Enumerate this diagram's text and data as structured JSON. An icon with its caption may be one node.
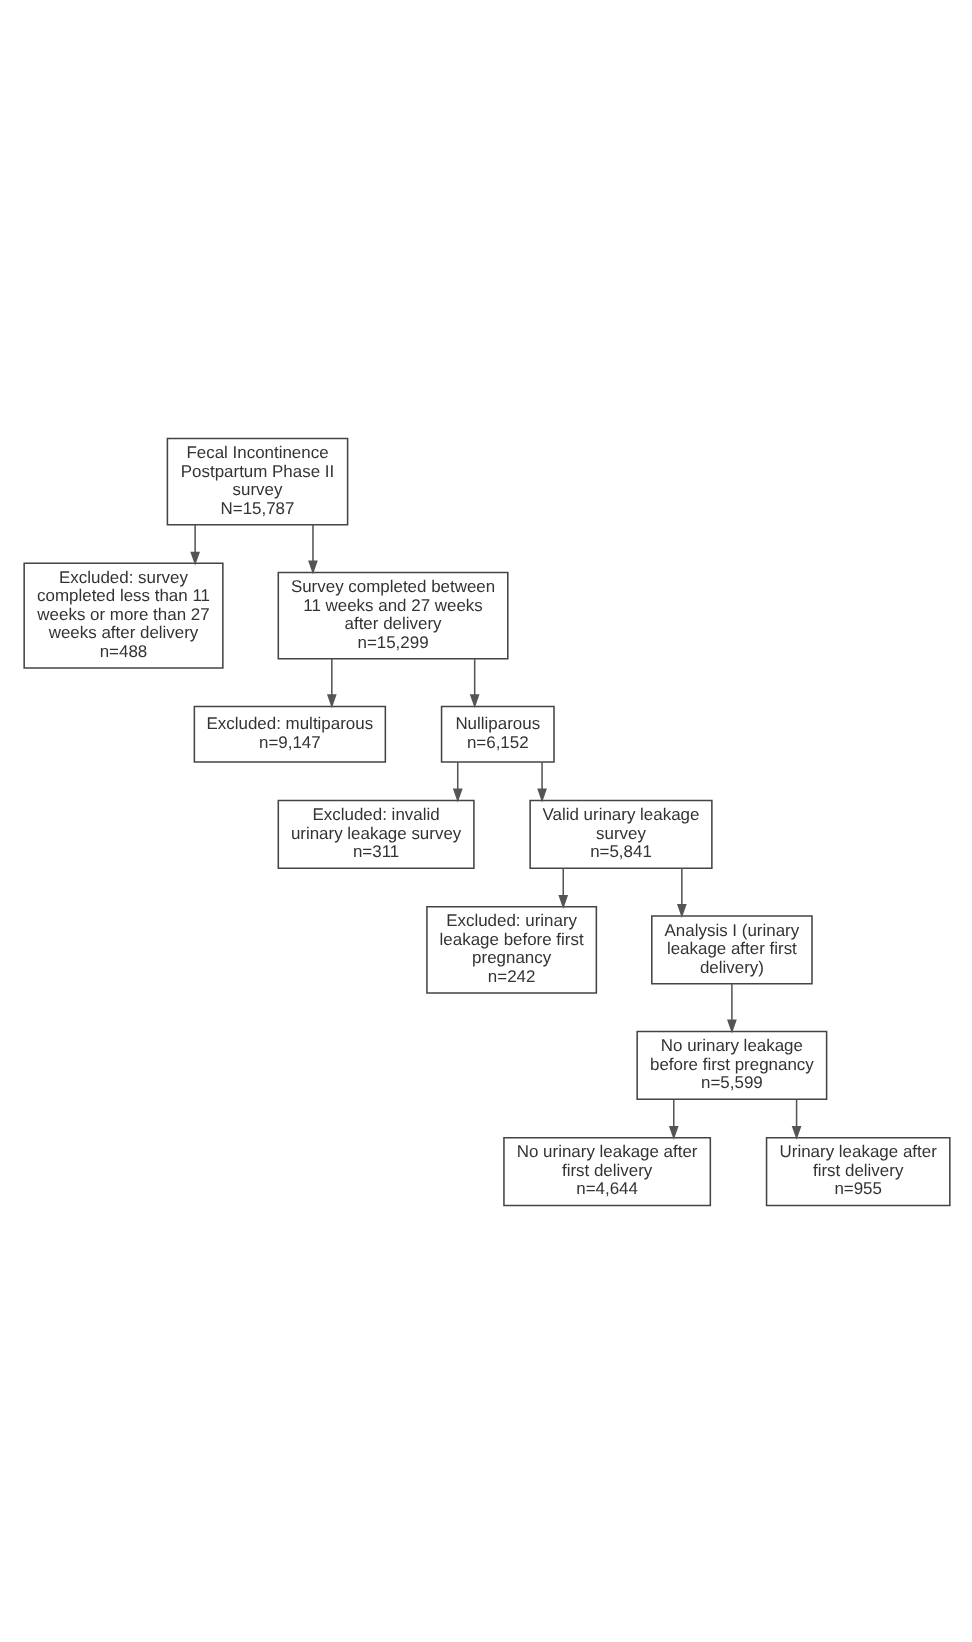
{
  "diagram": {
    "nodes": [
      {
        "text": [
          "Fecal Incontinence Postpartum Phase II survey",
          "N=15,787"
        ]
      },
      {
        "text": [
          "Excluded: survey completed less than 11 weeks or more than 27 weeks after delivery",
          "n=488"
        ]
      },
      {
        "text": [
          "Survey completed between 11 weeks and 27 weeks after delivery",
          "n=15,299"
        ]
      },
      {
        "text": [
          "Excluded: multiparous",
          "n=9,147"
        ]
      },
      {
        "text": [
          "Nulliparous",
          "n=6,152"
        ]
      },
      {
        "text": [
          "Excluded: invalid urinary leakage survey",
          "n=311"
        ]
      },
      {
        "text": [
          "Valid urinary leakage survey",
          "n=5,841"
        ]
      },
      {
        "text": [
          "Excluded: urinary leakage before first pregnancy",
          "n=242"
        ]
      },
      {
        "text": [
          "Analysis I (urinary leakage after first delivery)"
        ]
      },
      {
        "text": [
          "No urinary leakage before first pregnancy",
          "n=5,599"
        ]
      },
      {
        "text": [
          "No urinary leakage after first delivery",
          "n=4,644"
        ]
      },
      {
        "text": [
          "Urinary leakage after first delivery",
          "n=955"
        ]
      }
    ],
    "edges": [
      {
        "from": 0,
        "to": 2,
        "arrow": "to"
      },
      {
        "from": 0,
        "to": 1,
        "arrow": "to"
      },
      {
        "from": 2,
        "to": 4,
        "arrow": "to"
      },
      {
        "from": 2,
        "to": 3,
        "arrow": "to"
      },
      {
        "from": 4,
        "to": 6,
        "arrow": "to"
      },
      {
        "from": 4,
        "to": 5,
        "arrow": "to"
      },
      {
        "from": 6,
        "to": 8,
        "arrow": "to"
      },
      {
        "from": 6,
        "to": 7,
        "arrow": "to"
      },
      {
        "from": 8,
        "to": 9,
        "arrow": "to"
      },
      {
        "from": 9,
        "to": 10,
        "arrow": "to"
      },
      {
        "from": 9,
        "to": 11,
        "arrow": "to"
      }
    ]
  }
}
